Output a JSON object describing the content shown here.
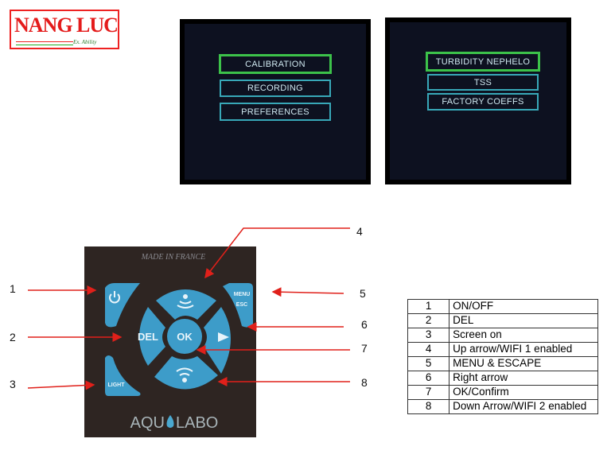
{
  "logo": {
    "brand": "NANG LUC",
    "tagline": "Ex. Ability"
  },
  "screen1": {
    "items": [
      {
        "label": "CALIBRATION",
        "selected": true
      },
      {
        "label": "RECORDING",
        "selected": false
      },
      {
        "label": "PREFERENCES",
        "selected": false
      }
    ]
  },
  "screen2": {
    "items": [
      {
        "label": "TURBIDITY NEPHELO",
        "selected": true
      },
      {
        "label": "TSS",
        "selected": false
      },
      {
        "label": "FACTORY COEFFS",
        "selected": false
      }
    ]
  },
  "keypad": {
    "made_in": "MADE IN FRANCE",
    "brand_left": "AQU",
    "brand_right": "LABO",
    "del": "DEL",
    "ok": "OK",
    "menu": "MENU",
    "esc": "ESC",
    "light": "LIGHT",
    "key_color": "#3d9cc9"
  },
  "callouts": [
    "1",
    "2",
    "3",
    "4",
    "5",
    "6",
    "7",
    "8"
  ],
  "legend": [
    {
      "n": "1",
      "desc": "ON/OFF"
    },
    {
      "n": "2",
      "desc": "DEL"
    },
    {
      "n": "3",
      "desc": "Screen on"
    },
    {
      "n": "4",
      "desc": "Up arrow/WIFI 1 enabled"
    },
    {
      "n": "5",
      "desc": "MENU & ESCAPE"
    },
    {
      "n": "6",
      "desc": "Right arrow"
    },
    {
      "n": "7",
      "desc": "OK/Confirm"
    },
    {
      "n": "8",
      "desc": "Down Arrow/WIFI 2 enabled"
    }
  ]
}
